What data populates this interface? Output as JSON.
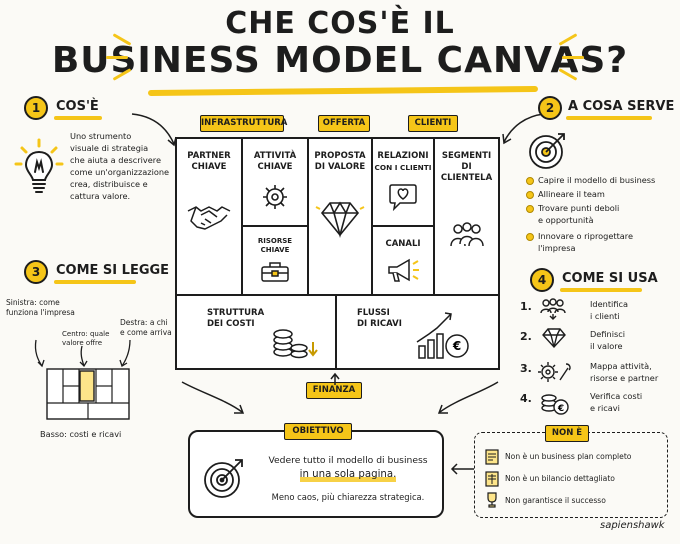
{
  "title_line1": "CHE COS'È IL",
  "title_line2": "BUSINESS MODEL CANVAS?",
  "sections": {
    "s1": {
      "num": "1",
      "title": "COS'È",
      "text": [
        "Uno strumento",
        "visuale di strategia",
        "che aiuta a descrivere",
        "come un'organizzazione",
        "crea, distribuisce e",
        "cattura valore."
      ]
    },
    "s2": {
      "num": "2",
      "title": "A COSA SERVE",
      "items": [
        [
          "Capire il modello di business"
        ],
        [
          "Allineare il team"
        ],
        [
          "Trovare punti deboli",
          "e opportunità"
        ],
        [
          "Innovare o riprogettare",
          "l'impresa"
        ]
      ]
    },
    "s3": {
      "num": "3",
      "title": "COME SI LEGGE",
      "left": [
        "Sinistra: come",
        "funziona l'impresa"
      ],
      "center": [
        "Centro: quale",
        "valore offre"
      ],
      "right": [
        "Destra: a chi",
        "e come arriva"
      ],
      "bottom": "Basso: costi e ricavi"
    },
    "s4": {
      "num": "4",
      "title": "COME SI USA",
      "steps": [
        {
          "n": "1.",
          "lines": [
            "Identifica",
            "i clienti"
          ]
        },
        {
          "n": "2.",
          "lines": [
            "Definisci",
            "il valore"
          ]
        },
        {
          "n": "3.",
          "lines": [
            "Mappa attività,",
            "risorse e partner"
          ]
        },
        {
          "n": "4.",
          "lines": [
            "Verifica costi",
            "e ricavi"
          ]
        }
      ]
    }
  },
  "tags": {
    "infra": "INFRASTRUTTURA",
    "offerta": "OFFERTA",
    "clienti": "CLIENTI",
    "finanza": "FINANZA"
  },
  "canvas": {
    "partner": [
      "PARTNER",
      "CHIAVE"
    ],
    "attivita": [
      "ATTIVITÀ",
      "CHIAVE"
    ],
    "risorse": [
      "RISORSE",
      "CHIAVE"
    ],
    "proposta": [
      "PROPOSTA",
      "DI VALORE"
    ],
    "relazioni": [
      "RELAZIONI",
      "CON I CLIENTI"
    ],
    "canali": "CANALI",
    "segmenti": [
      "SEGMENTI",
      "DI CLIENTELA"
    ],
    "costi": [
      "STRUTTURA",
      "DEI COSTI"
    ],
    "ricavi": [
      "FLUSSI",
      "DI RICAVI"
    ]
  },
  "obiettivo": {
    "tag": "OBIETTIVO",
    "line1": "Vedere tutto il modello di business",
    "line2": "in una sola pagina.",
    "line3": "Meno caos, più chiarezza strategica."
  },
  "non_e": {
    "tag": "NON È",
    "items": [
      "Non è un business plan completo",
      "Non è un bilancio dettagliato",
      "Non garantisce il successo"
    ]
  },
  "signature": "sapienshawk",
  "colors": {
    "accent": "#f5c518",
    "ink": "#1d1d1d"
  }
}
